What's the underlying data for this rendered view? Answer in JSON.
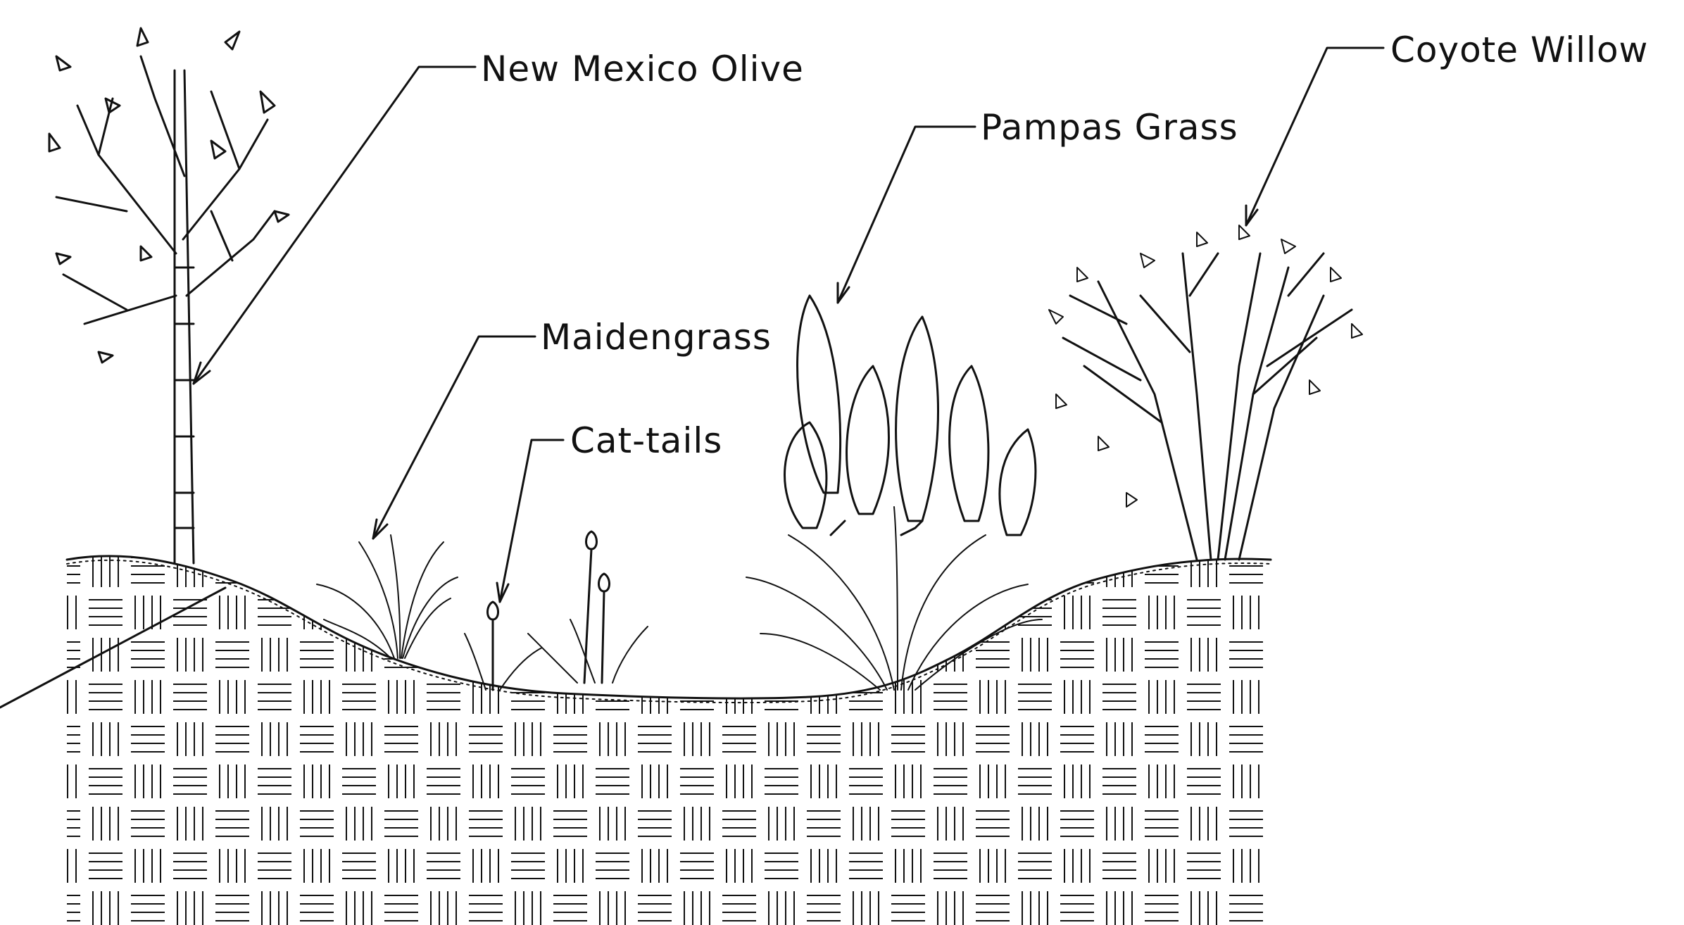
{
  "diagram": {
    "labels": {
      "new_mexico_olive": "New Mexico Olive",
      "coyote_willow": "Coyote Willow",
      "pampas_grass": "Pampas Grass",
      "maidengrass": "Maidengrass",
      "cat_tails": "Cat-tails"
    },
    "colors": {
      "ink": "#111111",
      "paper": "#ffffff"
    }
  }
}
